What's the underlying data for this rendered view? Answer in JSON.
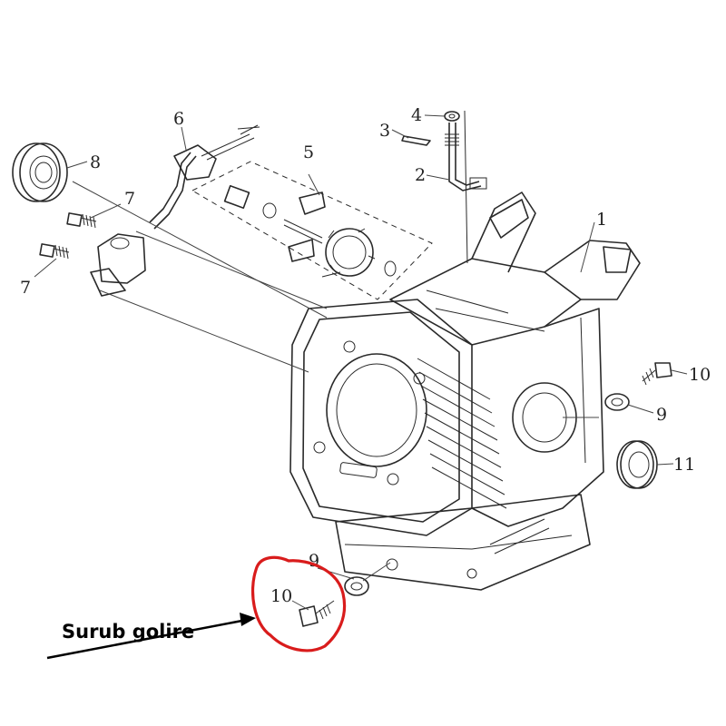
{
  "callouts": {
    "c1": "1",
    "c2": "2",
    "c3": "3",
    "c4": "4",
    "c5": "5",
    "c6": "6",
    "c7a": "7",
    "c7b": "7",
    "c8": "8",
    "c9a": "9",
    "c9b": "9",
    "c10a": "10",
    "c10b": "10",
    "c11": "11"
  },
  "annotation": {
    "label": "Surub golire",
    "circle_color": "#d91c1c",
    "arrow_color": "#000000"
  }
}
